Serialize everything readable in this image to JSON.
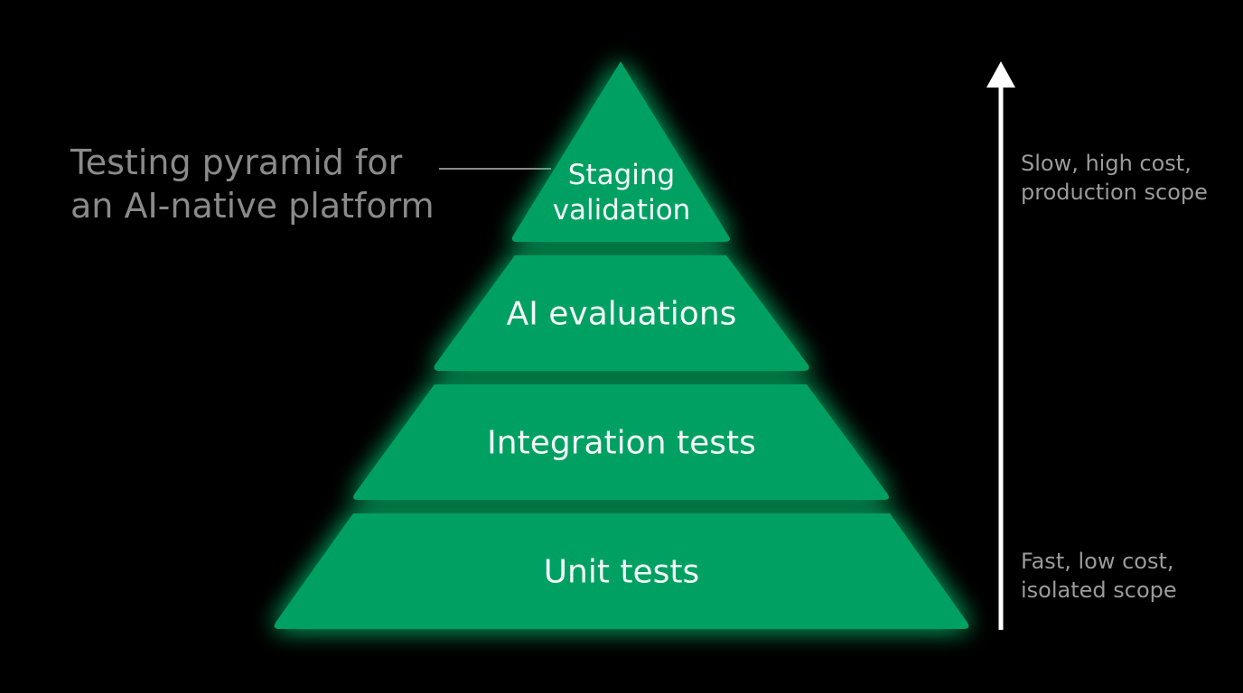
{
  "title": {
    "line1": "Testing pyramid for",
    "line2": "an AI-native platform"
  },
  "tiers": [
    {
      "line1": "Staging",
      "line2": "validation"
    },
    {
      "label": "AI evaluations"
    },
    {
      "label": "Integration tests"
    },
    {
      "label": "Unit tests"
    }
  ],
  "scale": {
    "top": {
      "line1": "Slow, high cost,",
      "line2": "production scope"
    },
    "bottom": {
      "line1": "Fast, low cost,",
      "line2": "isolated scope"
    }
  },
  "colors": {
    "background": "#000000",
    "tier_fill": "#04a064",
    "glow": "#0fd27a",
    "arrow": "#ffffff",
    "title_text": "#8a8a8a",
    "scale_text": "#9b9b9b"
  },
  "icons": {
    "arrow": "up-arrow"
  }
}
